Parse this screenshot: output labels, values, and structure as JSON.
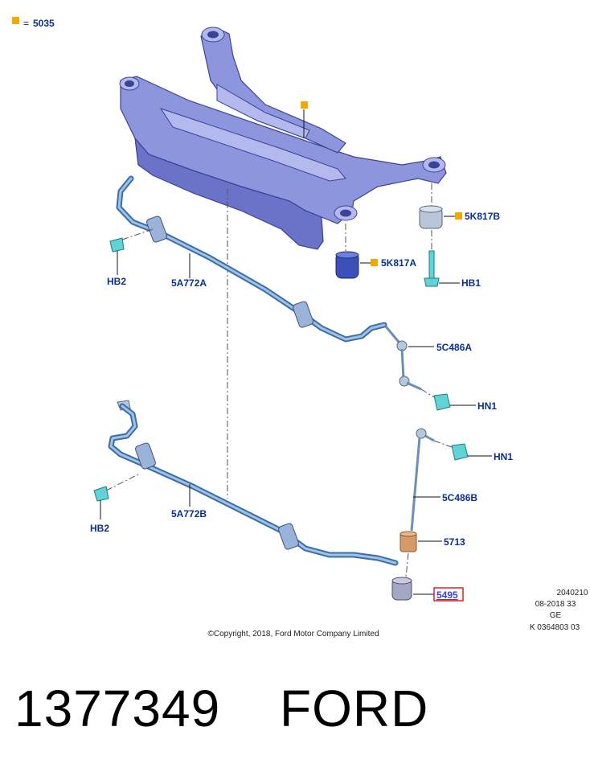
{
  "legend": {
    "swatch_color": "#f5a800",
    "equals": "=",
    "code": "5035"
  },
  "colors": {
    "swatch": "#f5a800",
    "label": "#0b2f8f",
    "highlight_box": "#e0201b"
  },
  "callouts": {
    "k5817b": "5K817B",
    "k5817a": "5K817A",
    "hb1": "HB1",
    "hb2_top": "HB2",
    "a5772a": "5A772A",
    "c5486a": "5C486A",
    "hn1_top": "HN1",
    "hn1_bottom": "HN1",
    "c5486b": "5C486B",
    "hb2_bottom": "HB2",
    "a5772b": "5A772B",
    "p5713": "5713",
    "p5495": "5495"
  },
  "info": {
    "line1": "2040210",
    "line2": "08-2018 33",
    "line3": "GE",
    "line4": "K 0364803 03"
  },
  "copyright": "©Copyright, 2018, Ford Motor Company Limited",
  "part_number": "1377349",
  "brand": "FORD"
}
